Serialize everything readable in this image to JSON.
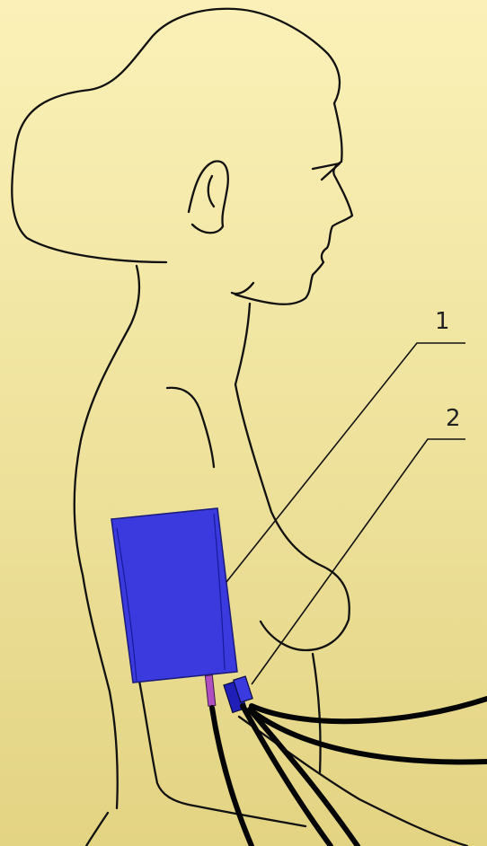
{
  "diagram": {
    "background_top": "#fbf1b8",
    "background_bottom": "#e3d483",
    "outline_color": "#111111",
    "cuff_color": "#3a3adf",
    "valve_color": "#2020b8",
    "connector_color": "#b050c0",
    "tube_color": "#050505",
    "callouts": [
      {
        "label": "1",
        "points_to": "cuff"
      },
      {
        "label": "2",
        "points_to": "cuff-valve"
      }
    ]
  }
}
